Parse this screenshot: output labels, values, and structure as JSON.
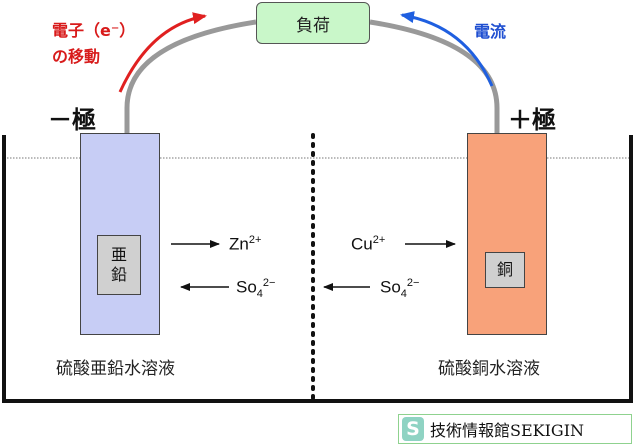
{
  "load": {
    "label": "負荷"
  },
  "electron_flow": {
    "line1": "電子（e⁻）",
    "line2": "の移動",
    "color": "#d81b1b"
  },
  "current_flow": {
    "label": "電流",
    "color": "#1f4fd1"
  },
  "anode": {
    "pole_label": "－極",
    "metal": "亜\n鉛",
    "solution": "硫酸亜鉛水溶液",
    "color": "#c7cdf5"
  },
  "cathode": {
    "pole_label": "＋極",
    "metal": "銅",
    "solution": "硫酸銅水溶液",
    "color": "#f8a27a"
  },
  "ions": {
    "zn": {
      "base": "Zn",
      "sup": "2+"
    },
    "so4_left": {
      "base": "So",
      "sub": "4",
      "sup": "2−"
    },
    "cu": {
      "base": "Cu",
      "sup": "2+"
    },
    "so4_right": {
      "base": "So",
      "sub": "4",
      "sup": "2−"
    }
  },
  "credit": {
    "logo": "S",
    "text": "技術情報館SEKIGIN"
  }
}
